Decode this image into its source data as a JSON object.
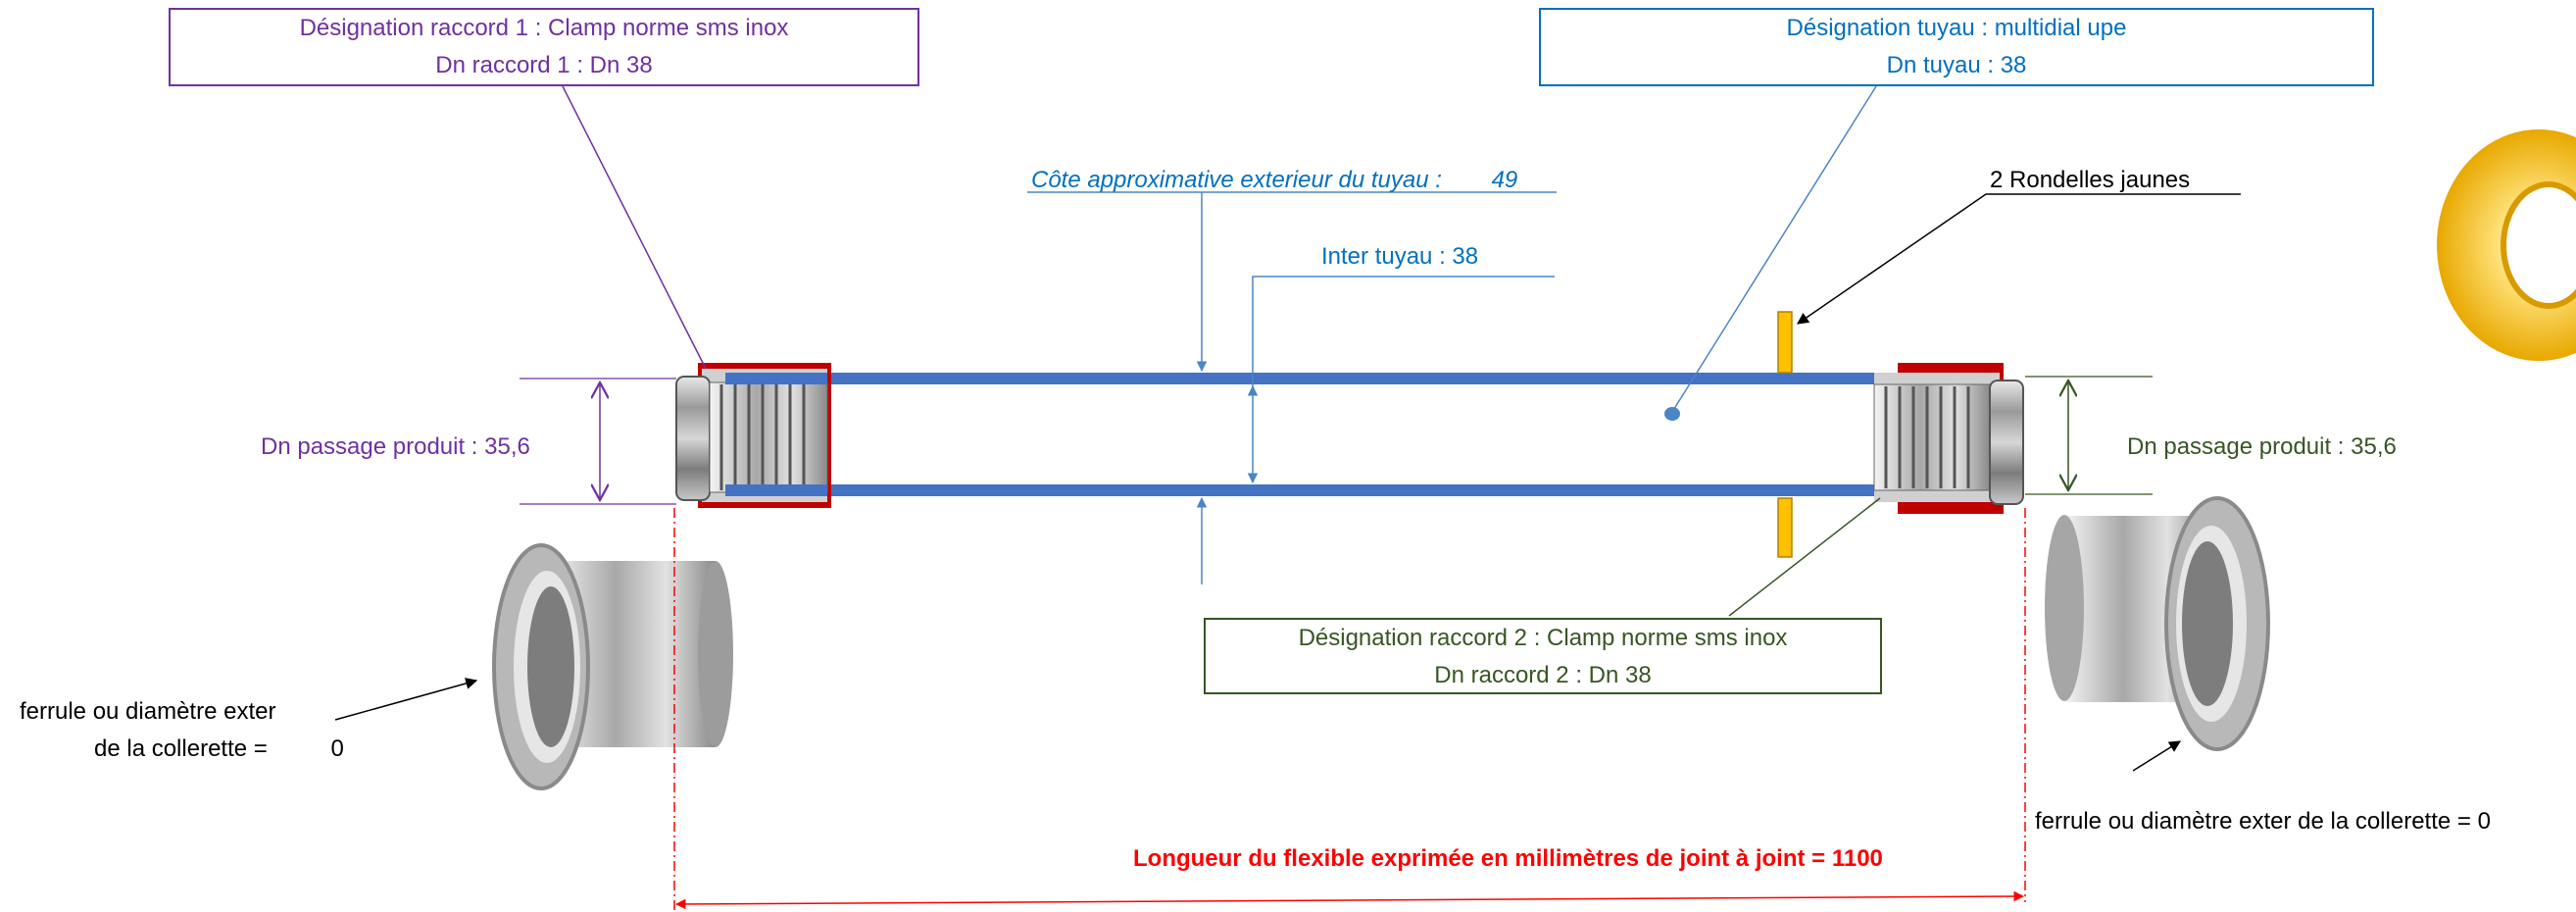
{
  "raccord1": {
    "designation_label": "Désignation raccord 1 :",
    "designation_value": "Clamp norme sms inox",
    "dn_label": "Dn raccord 1 :",
    "dn_value": "Dn 38"
  },
  "tuyau": {
    "designation_label": "Désignation tuyau :",
    "designation_value": "multidial upe",
    "dn_label": "Dn tuyau :",
    "dn_value": "38"
  },
  "raccord2": {
    "designation_label": "Désignation raccord 2 :",
    "designation_value": "Clamp norme sms inox",
    "dn_label": "Dn raccord 2 :",
    "dn_value": "Dn 38"
  },
  "cote_exterieur": {
    "label": "Côte approximative exterieur du tuyau :",
    "value": "49"
  },
  "inter_tuyau": {
    "label": "Inter tuyau :",
    "value": "38"
  },
  "rondelles": {
    "count": "2",
    "label": "Rondelles jaunes"
  },
  "passage_left": {
    "label": "Dn passage produit :",
    "value": "35,6"
  },
  "passage_right": {
    "label": "Dn passage produit :",
    "value": "35,6"
  },
  "ferrule_left": {
    "line1": "ferrule ou diamètre exter",
    "line2": "de la collerette =",
    "value": "0"
  },
  "ferrule_right": {
    "text": "ferrule ou diamètre exter de la collerette =",
    "value": "0"
  },
  "longueur": {
    "text": "Longueur du flexible exprimée en millimètres de joint à joint =",
    "value": "1100"
  },
  "colors": {
    "purple": "#7030a0",
    "blue": "#0070c0",
    "green": "#375623",
    "red": "#ff0000",
    "hose": "#4472c4",
    "washer": "#ffc000"
  }
}
